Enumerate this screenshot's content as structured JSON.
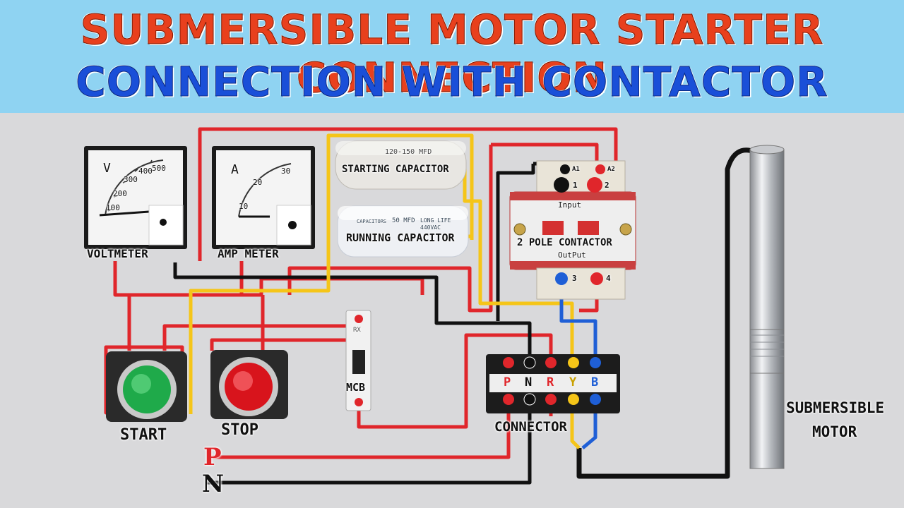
{
  "header": {
    "title_line1": "SUBMERSIBLE MOTOR STARTER CONNECTION",
    "title_line2": "CONNECTION WITH CONTACTOR"
  },
  "labels": {
    "voltmeter": "VOLTMETER",
    "amp_meter": "AMP METER",
    "starting_capacitor": "STARTING CAPACITOR",
    "running_capacitor": "RUNNING CAPACITOR",
    "contactor": "2 POLE CONTACTOR",
    "mcb": "MCB",
    "connector": "CONNECTOR",
    "start": "START",
    "stop": "STOP",
    "motor_line1": "SUBMERSIBLE",
    "motor_line2": "MOTOR",
    "phase": "P",
    "neutral": "N"
  },
  "voltmeter": {
    "symbol": "V",
    "scale": [
      "100",
      "200",
      "300",
      "400",
      "500"
    ]
  },
  "ammeter": {
    "symbol": "A",
    "scale": [
      "10",
      "20",
      "30"
    ]
  },
  "starting_capacitor_print": "120-150 MFD",
  "running_capacitor_print": {
    "rating": "50 MFD",
    "life": "LONG LIFE",
    "voltage": "440VAC",
    "brand": "CAPACITORS"
  },
  "contactor": {
    "input_text": "Input",
    "output_text": "OutPut",
    "terminals": [
      "A1",
      "A2",
      "1",
      "2",
      "3",
      "4"
    ]
  },
  "connector_terminals": [
    "P",
    "N",
    "R",
    "Y",
    "B"
  ],
  "mcb_print": "RX",
  "colors": {
    "phase_wire": "#e0262b",
    "neutral_wire": "#111111",
    "capacitor_wire": "#f5c518",
    "motor_wire": "#1f5fd6",
    "start_button": "#1faa4a",
    "stop_button": "#d8141c",
    "title_red": "#e8401d",
    "title_blue": "#1a4fd8",
    "banner": "#8fd3f2"
  }
}
